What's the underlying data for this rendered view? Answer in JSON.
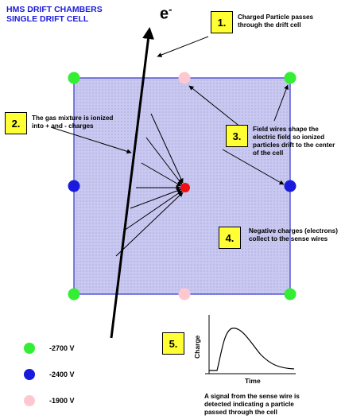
{
  "title": {
    "line1": "HMS DRIFT CHAMBERS",
    "line2": "SINGLE DRIFT CELL"
  },
  "particle_label": "e",
  "particle_superscript": "-",
  "steps": [
    {
      "number": "1.",
      "text_lines": [
        "Charged Particle passes",
        "through the drift cell"
      ]
    },
    {
      "number": "2.",
      "text_lines": [
        "The gas mixture is ionized",
        "into + and - charges"
      ]
    },
    {
      "number": "3.",
      "text_lines": [
        "Field wires shape the",
        "electric field so ionized",
        "particles drift to the center",
        "of the cell"
      ]
    },
    {
      "number": "4.",
      "text_lines": [
        "Negative charges (electrons)",
        "collect to the sense wires"
      ]
    },
    {
      "number": "5.",
      "text_lines": [
        "A signal from the sense wire is",
        "detected indicating a particle",
        "passed through the cell"
      ]
    }
  ],
  "signal_plot": {
    "ylabel": "Charge",
    "xlabel": "Time"
  },
  "legend": [
    {
      "color": "#33ee33",
      "label": "-2700 V"
    },
    {
      "color": "#1a1adc",
      "label": "-2400 V"
    },
    {
      "color": "#ffc8d0",
      "label": "-1900 V"
    }
  ],
  "colors": {
    "cell_fill": "#c8c8f0",
    "cell_border": "#3333cc",
    "sense_wire": "#ee1111",
    "step_box": "#ffff33"
  }
}
